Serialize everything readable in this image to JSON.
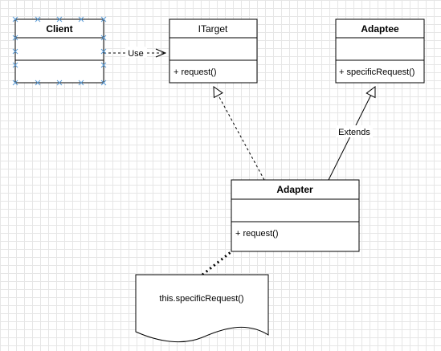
{
  "classes": {
    "client": {
      "name": "Client",
      "members": []
    },
    "itarget": {
      "name": "ITarget",
      "members": [
        "+ request()"
      ]
    },
    "adaptee": {
      "name": "Adaptee",
      "members": [
        "+ specificRequest()"
      ]
    },
    "adapter": {
      "name": "Adapter",
      "members": [
        "+ request()"
      ]
    }
  },
  "edges": {
    "use_label": "Use",
    "extends_label": "Extends"
  },
  "note": {
    "text": "this.specificRequest()"
  },
  "colors": {
    "selection_handle": "#5b9bd5",
    "grid": "#e6e6e6"
  }
}
